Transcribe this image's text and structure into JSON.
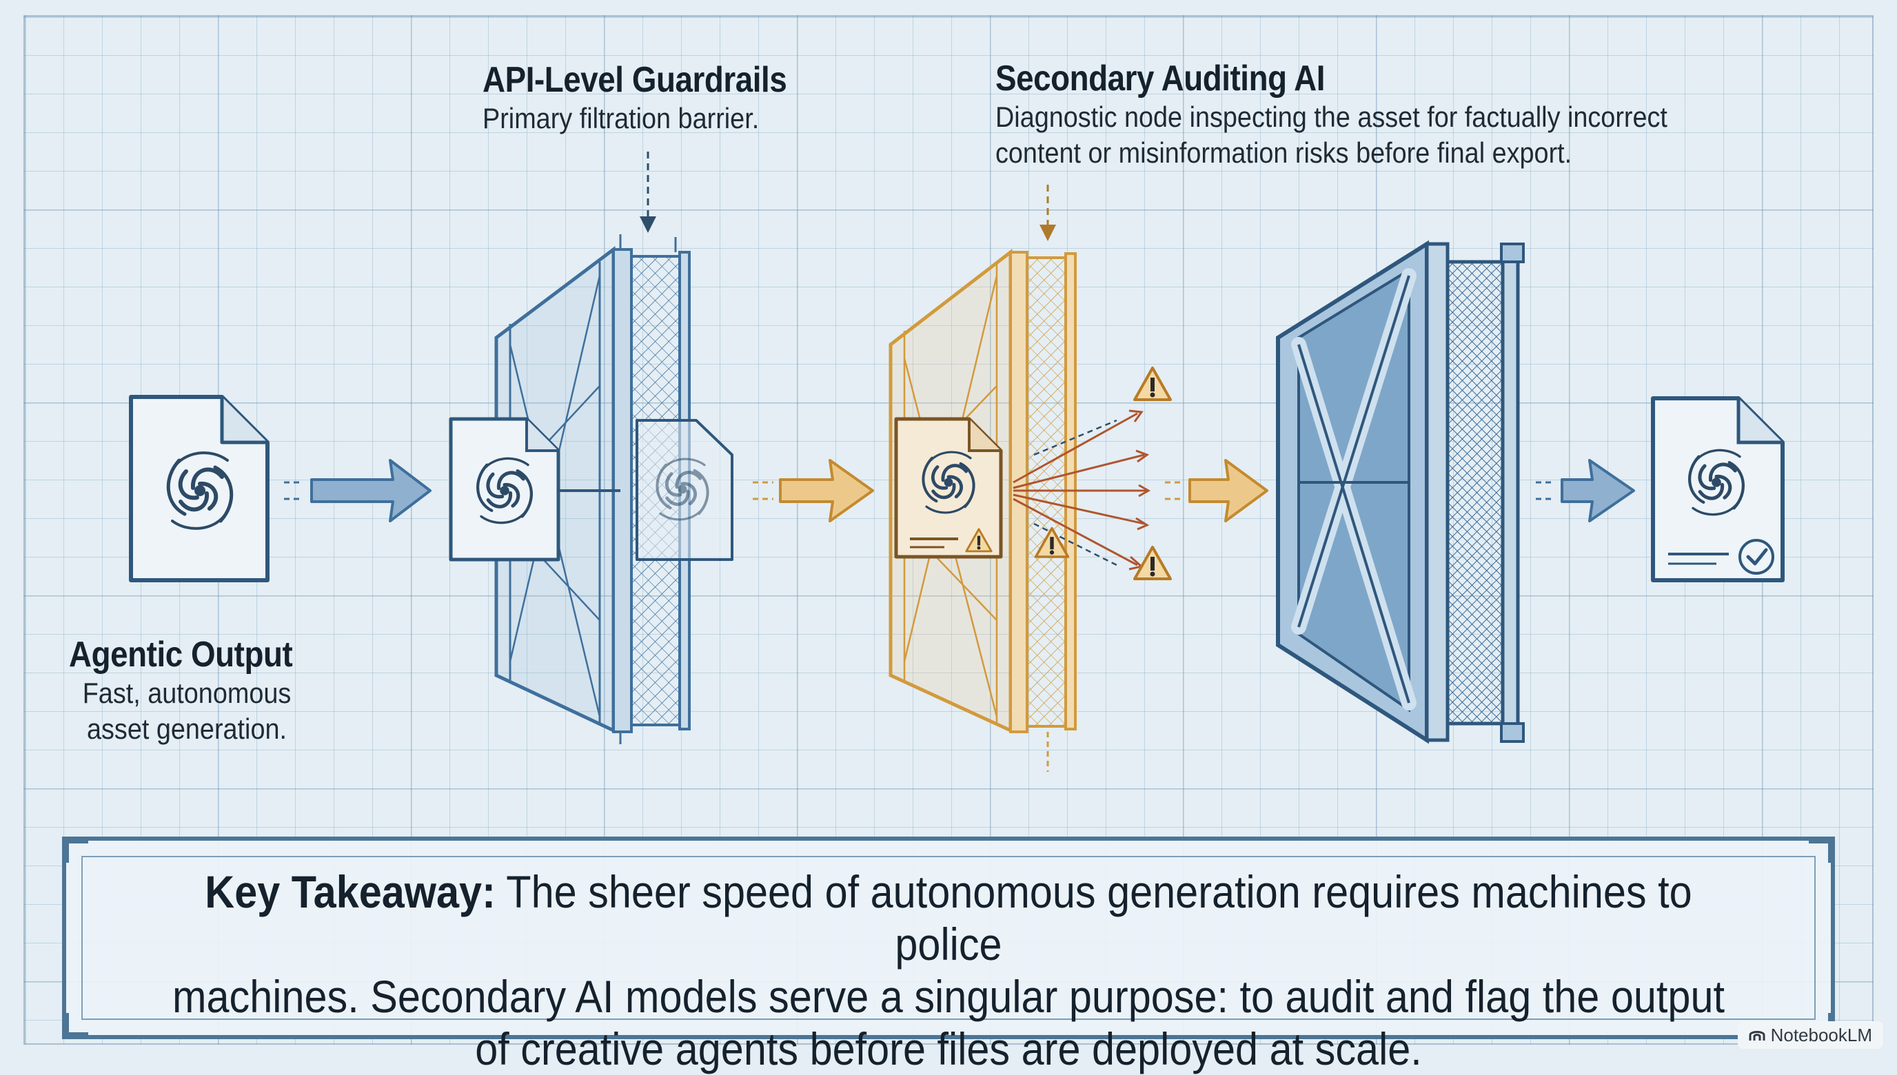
{
  "stages": [
    {
      "title": "Agentic Output",
      "desc_lines": [
        "Fast, autonomous",
        "asset generation."
      ]
    },
    {
      "title": "API-Level Guardrails",
      "desc_lines": [
        "Primary filtration barrier."
      ]
    },
    {
      "title": "Secondary Auditing AI",
      "desc_lines": [
        "Diagnostic node inspecting the asset for factually incorrect",
        "content or misinformation risks before final export."
      ]
    }
  ],
  "takeaway": {
    "label": "Key Takeaway:",
    "line1": "The sheer speed of autonomous generation requires machines to police",
    "line2": "machines. Secondary AI models serve a singular purpose: to audit and flag the output",
    "line3": "of creative agents before files are deployed at scale."
  },
  "watermark": "NotebookLM",
  "colors": {
    "blue": "#3f6f9c",
    "amber": "#d29a3c",
    "ink": "#15212c",
    "grid": "#6e96b9"
  },
  "icons": [
    "file-icon",
    "swirl-icon",
    "arrow-icon",
    "warning-icon",
    "check-icon",
    "filter-frame-icon"
  ]
}
